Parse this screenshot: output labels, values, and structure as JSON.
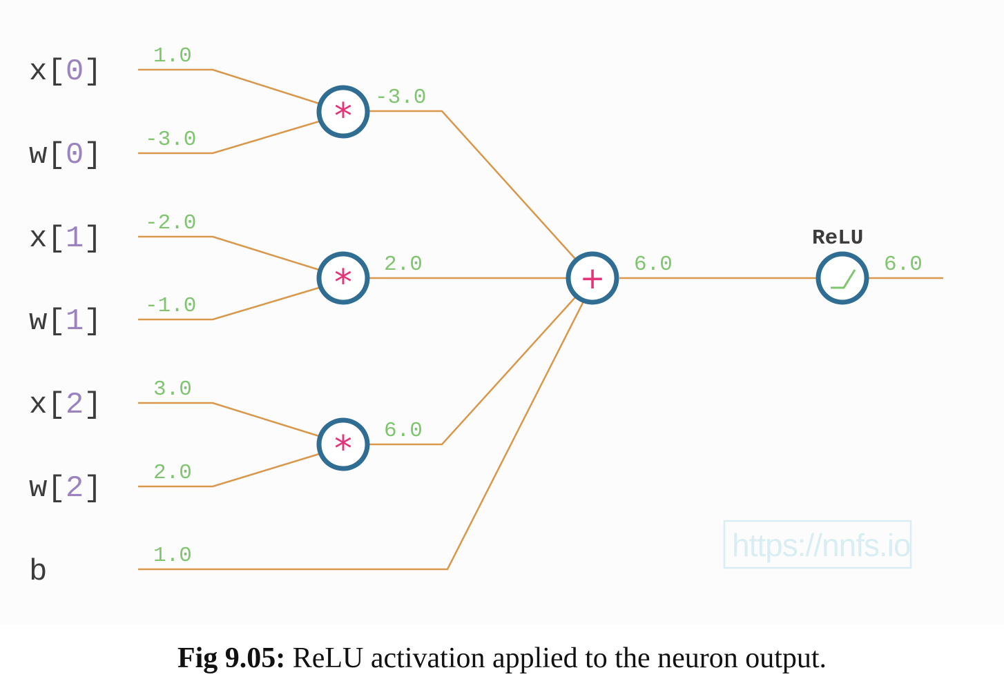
{
  "inputs": [
    {
      "name": "x",
      "index": "0",
      "value": "1.0"
    },
    {
      "name": "w",
      "index": "0",
      "value": "-3.0"
    },
    {
      "name": "x",
      "index": "1",
      "value": "-2.0"
    },
    {
      "name": "w",
      "index": "1",
      "value": "-1.0"
    },
    {
      "name": "x",
      "index": "2",
      "value": "3.0"
    },
    {
      "name": "w",
      "index": "2",
      "value": "2.0"
    }
  ],
  "bias": {
    "name": "b",
    "value": "1.0"
  },
  "multiply_nodes": [
    {
      "symbol": "*",
      "output": "-3.0"
    },
    {
      "symbol": "*",
      "output": "2.0"
    },
    {
      "symbol": "*",
      "output": "6.0"
    }
  ],
  "sum_node": {
    "symbol": "+",
    "output": "6.0"
  },
  "relu_node": {
    "label": "ReLU",
    "output": "6.0"
  },
  "watermark": "https://nnfs.io",
  "caption": {
    "prefix": "Fig 9.05:",
    "text": " ReLU activation applied to the neuron output."
  },
  "colors": {
    "wire": "#d8974a",
    "node_ring": "#2f6d92",
    "operator": "#e4357a",
    "value_label": "#7fc56f",
    "index": "#9b83c0"
  }
}
